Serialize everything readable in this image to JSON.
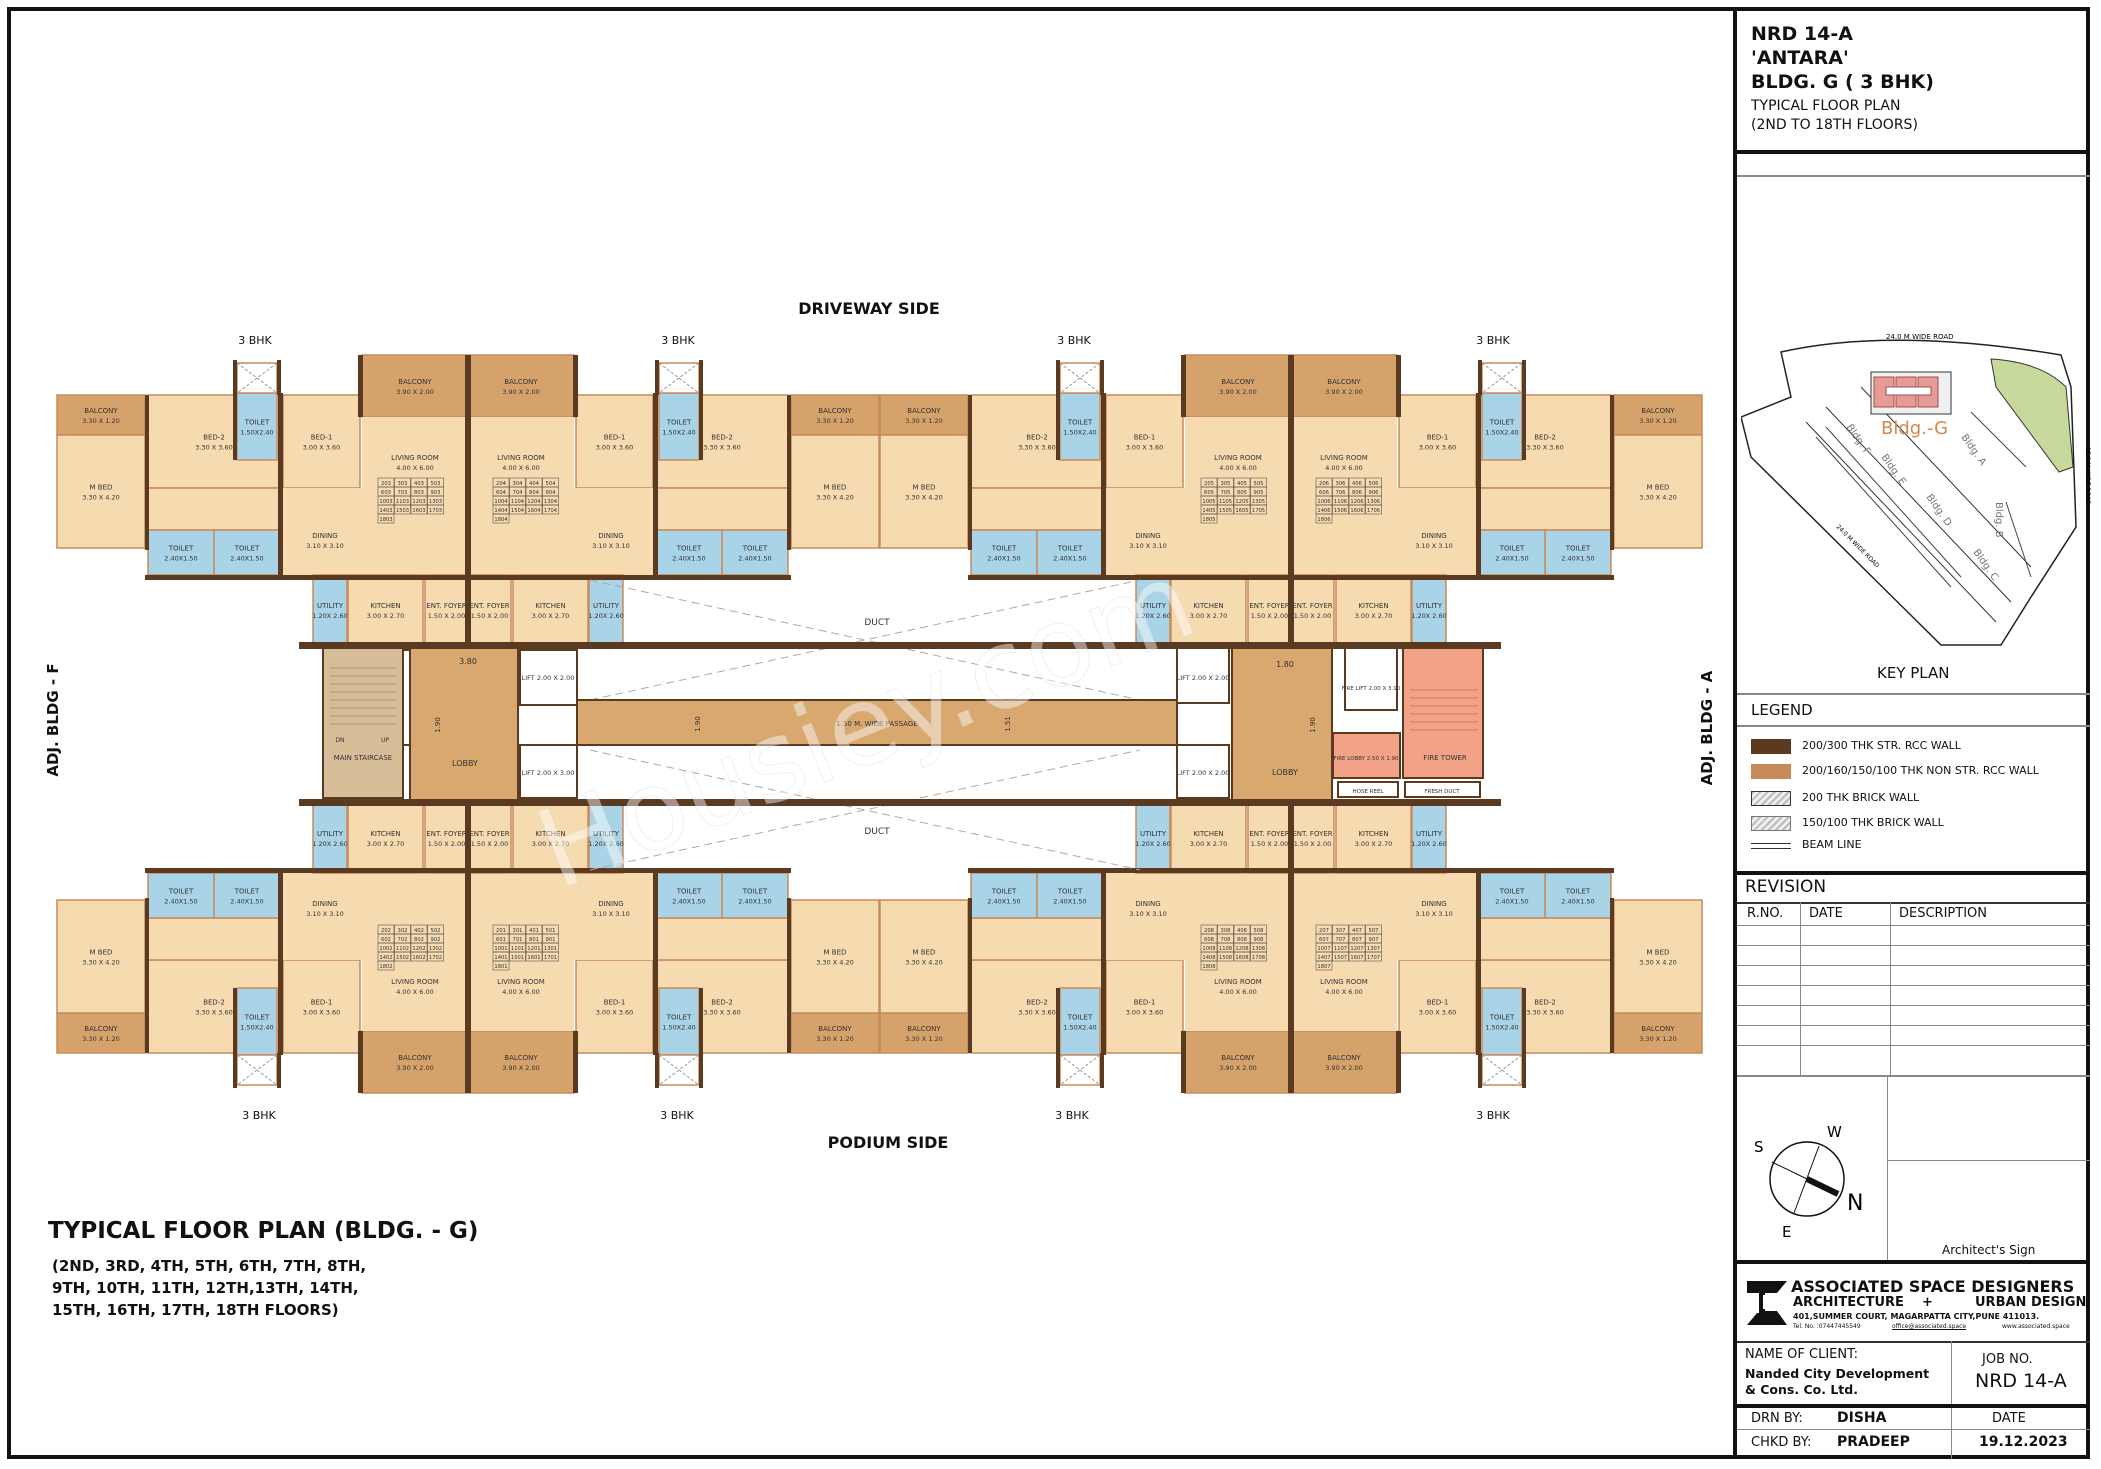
{
  "plan": {
    "driveway_label": "DRIVEWAY SIDE",
    "podium_label": "PODIUM SIDE",
    "adj_left": "ADJ. BLDG - F",
    "adj_right": "ADJ. BLDG - A",
    "unit_type": "3 BHK",
    "watermark": "Housiey.com",
    "colors": {
      "str_wall": "#5b3a22",
      "non_str_wall": "#c98a5a",
      "room": "#f7dbb0",
      "balcony": "#d6a26c",
      "toilet": "#a9d3e6",
      "lobby": "#d8a86f",
      "fire": "#f2a287",
      "stair": "#d6bd98"
    },
    "unit_rooms": {
      "balcony_small": {
        "name": "BALCONY",
        "dim": "3.30 X 1.20"
      },
      "m_bed": {
        "name": "M BED",
        "dim": "3.30 X 4.20"
      },
      "bed2": {
        "name": "BED-2",
        "dim": "3.30 X 3.60"
      },
      "toilet_small": {
        "name": "TOILET",
        "dim": "1.50X2.40"
      },
      "toilet_a": {
        "name": "TOILET",
        "dim": "2.40X1.50"
      },
      "toilet_b": {
        "name": "TOILET",
        "dim": "2.40X1.50"
      },
      "bed1": {
        "name": "BED-1",
        "dim": "3.00 X 3.60"
      },
      "balcony_large": {
        "name": "BALCONY",
        "dim": "3.90 X 2.00"
      },
      "living": {
        "name": "LIVING ROOM",
        "dim": "4.00 X 6.00"
      },
      "dining": {
        "name": "DINING",
        "dim": "3.10 X 3.10"
      },
      "utility": {
        "name": "UTILITY",
        "dim": "1.20X 2.60"
      },
      "kitchen": {
        "name": "KITCHEN",
        "dim": "3.00 X 2.70"
      },
      "foyer": {
        "name": "ENT. FOYER",
        "dim": "1.50 X 2.00"
      }
    },
    "flat_suffixes": {
      "top": [
        "03",
        "04",
        "05",
        "06"
      ],
      "bottom": [
        "02",
        "01",
        "08",
        "07"
      ]
    },
    "floors": [
      "2",
      "3",
      "4",
      "5",
      "6",
      "7",
      "8",
      "9",
      "10",
      "11",
      "12",
      "13",
      "14",
      "15",
      "16",
      "17",
      "18"
    ],
    "core": {
      "main_staircase": "MAIN STAIRCASE",
      "up": "UP",
      "dn": "DN",
      "lobby": "LOBBY",
      "lobby_width_left": "3.80",
      "lobby_width_right": "1.80",
      "lobby_depth": "1.90",
      "lift_a": "LIFT 2.00 X 2.00",
      "lift_b": "LIFT 2.00 X 3.00",
      "lift_c": "LIFT 2.00 X 2.00",
      "lift_d": "LIFT 2.00 X 2.00",
      "passage": "1.50 M. WIDE PASSAGE",
      "passage_dim_1": "1.90",
      "passage_dim_2": "1.51",
      "duct": "DUCT",
      "fire_lift": "FIRE LIFT 2.00 X 3.10",
      "fire_lobby": "FIRE LOBBY 2.50 X 1.90",
      "fire_tower": "FIRE TOWER",
      "hose_reel": "HOSE REEL",
      "fresh_duct": "FRESH DUCT"
    },
    "title": "TYPICAL FLOOR PLAN  (BLDG. - G)",
    "floors_lines": [
      "(2ND, 3RD, 4TH, 5TH, 6TH, 7TH, 8TH,",
      "9TH, 10TH, 11TH, 12TH,13TH, 14TH,",
      "15TH, 16TH, 17TH, 18TH  FLOORS)"
    ]
  },
  "title_block": {
    "project": "NRD 14-A",
    "name": "'ANTARA'",
    "building": "BLDG. G  ( 3 BHK)",
    "sheet": "TYPICAL FLOOR PLAN",
    "floors": "(2ND TO 18TH FLOORS)",
    "key_plan": {
      "label": "KEY PLAN",
      "road_top": "24.0 M WIDE ROAD",
      "road_left": "24.0 M WIDE ROAD",
      "road_right": "18.0 M WIDE ROAD",
      "highlight": "Bldg.-G",
      "buildings": [
        "Bldg. F",
        "Bldg. E",
        "Bldg. D",
        "Bldg. C",
        "Bldg. B",
        "Bldg. A"
      ]
    },
    "legend": {
      "title": "LEGEND",
      "items": [
        {
          "label": "200/300 THK STR. RCC WALL",
          "color": "#5b3a22"
        },
        {
          "label": "200/160/150/100 THK NON STR. RCC WALL",
          "color": "#c98a5a"
        },
        {
          "label": "200 THK BRICK WALL",
          "color": "hatch"
        },
        {
          "label": "150/100 THK BRICK WALL",
          "color": "hatch"
        },
        {
          "label": "BEAM LINE",
          "color": "line"
        }
      ]
    },
    "revision": {
      "title": "REVISION",
      "columns": [
        "R.NO.",
        "DATE",
        "DESCRIPTION"
      ]
    },
    "compass": {
      "n": "N",
      "s": "S",
      "e": "E",
      "w": "W"
    },
    "architect_sign": "Architect's Sign",
    "firm": {
      "name": "ASSOCIATED  SPACE  DESIGNERS",
      "tagline_left": "ARCHITECTURE",
      "tagline_plus": "+",
      "tagline_right": "URBAN DESIGN",
      "address": "401,SUMMER COURT, MAGARPATTA CITY,PUNE 411013.",
      "phone": "Tel. No. :07447445549",
      "email": "office@associated.space",
      "web": "www.associated.space"
    },
    "client_label": "NAME OF CLIENT:",
    "client_line1": "Nanded City Development",
    "client_line2": "& Cons. Co. Ltd.",
    "job_label": "JOB NO.",
    "job_no": "NRD 14-A",
    "drn_label": "DRN BY:",
    "drn_by": "DISHA",
    "chkd_label": "CHKD BY:",
    "chkd_by": "PRADEEP",
    "date_label": "DATE",
    "date": "19.12.2023"
  }
}
